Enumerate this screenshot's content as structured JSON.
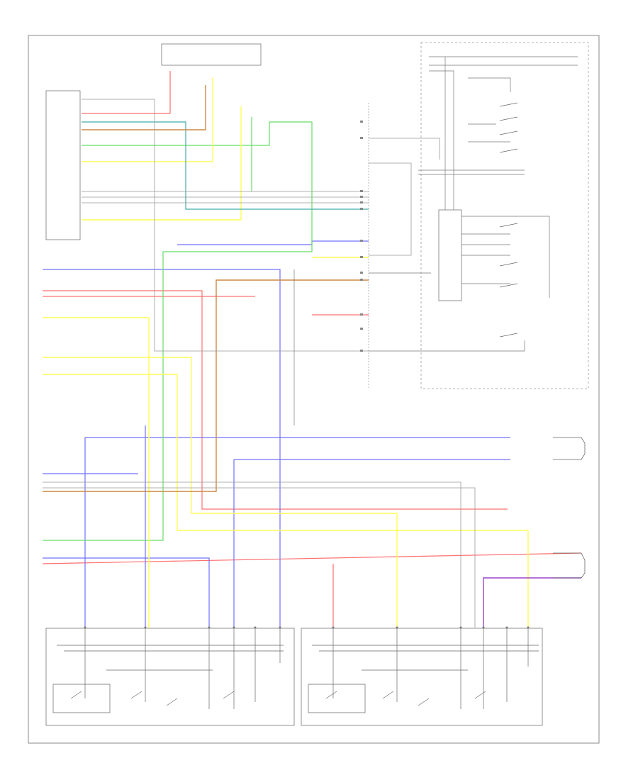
{
  "page_ref": "",
  "connectors": {
    "top_connector": "",
    "left_module": ""
  },
  "wire_colors": {
    "red": "#ff6b6b",
    "blue": "#6b6bff",
    "green": "#66e066",
    "yellow": "#ffff66",
    "teal": "#3fa6a6",
    "orange": "#c98a3c",
    "purple": "#8a3cc9",
    "gray": "#777777",
    "black": "#555555"
  },
  "components": [
    {
      "id": "left-module",
      "name": ""
    },
    {
      "id": "relay-box",
      "name": ""
    },
    {
      "id": "front-passenger-window-switch",
      "name": ""
    },
    {
      "id": "rear-passenger-window-switch",
      "name": ""
    },
    {
      "id": "right-front-motor",
      "name": ""
    },
    {
      "id": "right-rear-motor",
      "name": ""
    }
  ]
}
